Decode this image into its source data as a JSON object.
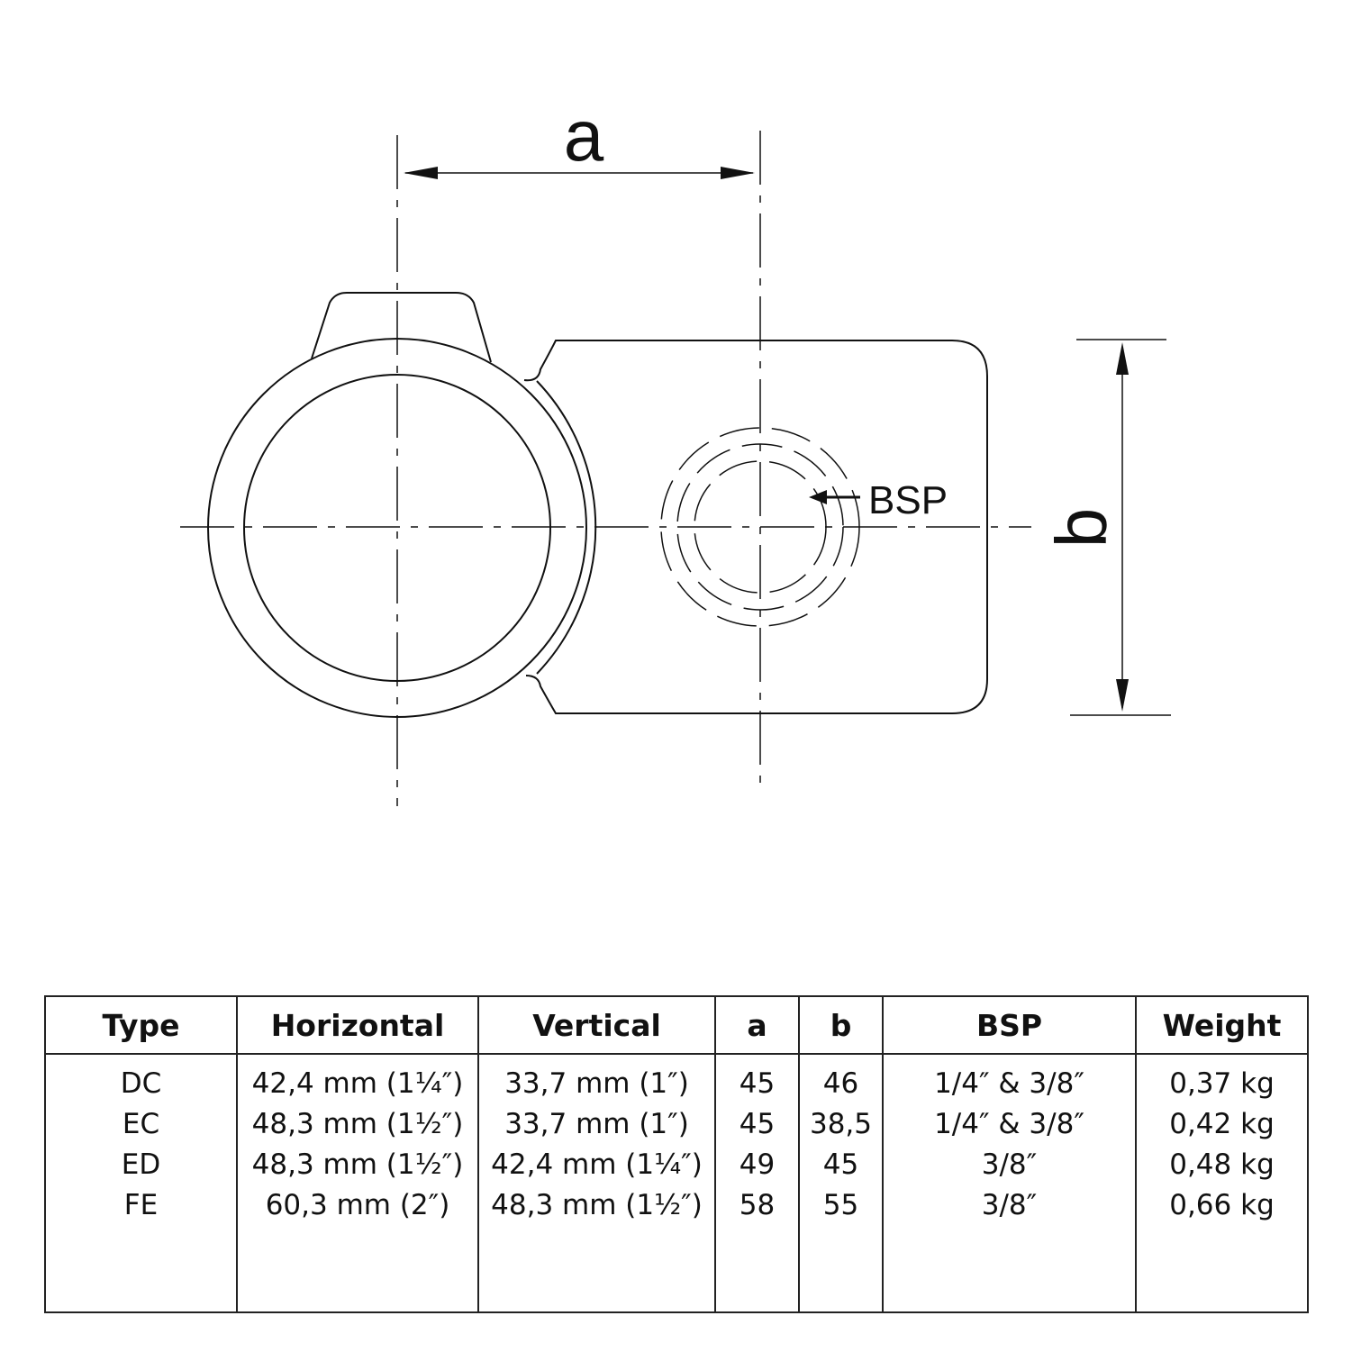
{
  "drawing": {
    "dimension_a_label": "a",
    "dimension_b_label": "b",
    "bsp_label": "BSP"
  },
  "table": {
    "headers": [
      "Type",
      "Horizontal",
      "Vertical",
      "a",
      "b",
      "BSP",
      "Weight"
    ],
    "rows": [
      {
        "type": "DC",
        "horizontal": "42,4 mm (1¼″)",
        "vertical": "33,7 mm (1″)",
        "a": "45",
        "b": "46",
        "bsp": "1/4″ & 3/8″",
        "weight": "0,37 kg"
      },
      {
        "type": "EC",
        "horizontal": "48,3 mm (1½″)",
        "vertical": "33,7 mm (1″)",
        "a": "45",
        "b": "38,5",
        "bsp": "1/4″ & 3/8″",
        "weight": "0,42 kg"
      },
      {
        "type": "ED",
        "horizontal": "48,3 mm (1½″)",
        "vertical": "42,4 mm (1¼″)",
        "a": "49",
        "b": "45",
        "bsp": "3/8″",
        "weight": "0,48 kg"
      },
      {
        "type": "FE",
        "horizontal": "60,3 mm (2″)",
        "vertical": "48,3 mm (1½″)",
        "a": "58",
        "b": "55",
        "bsp": "3/8″",
        "weight": "0,66 kg"
      }
    ]
  }
}
